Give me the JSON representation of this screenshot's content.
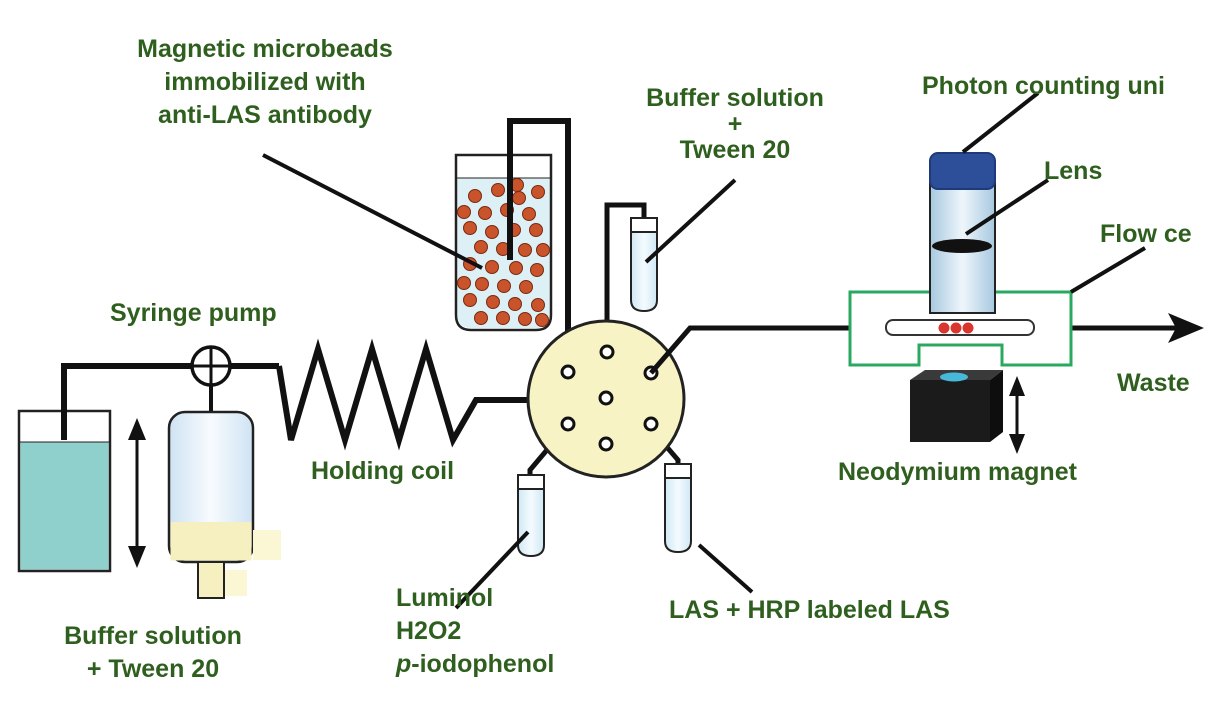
{
  "labels": {
    "microbeads": [
      "Magnetic microbeads",
      "immobilized with",
      "anti-LAS antibody"
    ],
    "buffer_top": [
      "Buffer solution",
      "+",
      "Tween 20"
    ],
    "photon": "Photon counting uni",
    "lens": "Lens",
    "flow_cell": "Flow ce",
    "waste": "Waste",
    "syringe_pump": "Syringe pump",
    "holding_coil": "Holding coil",
    "neodymium": "Neodymium magnet",
    "buffer_bottom": [
      "Buffer solution",
      "+ Tween 20"
    ],
    "luminol": {
      "line1": "Luminol",
      "line2": "H2O2",
      "line3_prefix": "p",
      "line3_rest": "-iodophenol"
    },
    "las": "LAS + HRP labeled LAS"
  },
  "colors": {
    "label_text": "#2f5f1e",
    "bead": "#c9532a",
    "liquid": "#dcf0f6",
    "reservoir": "#8fcfcc",
    "valve": "#f8f3c4",
    "flow_cell": "#2aa860",
    "camera_cap": "#2d4f9a",
    "magnet": "#1a1a1a"
  }
}
